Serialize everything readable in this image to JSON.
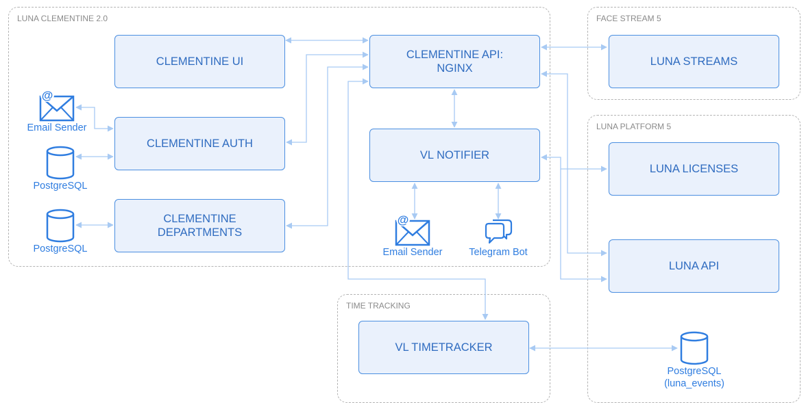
{
  "groups": {
    "clementine": "LUNA CLEMENTINE 2.0",
    "face_stream": "FACE STREAM 5",
    "luna_platform": "LUNA PLATFORM 5",
    "time_tracking": "TIME TRACKING"
  },
  "nodes": {
    "clementine_ui": "CLEMENTINE UI",
    "clementine_api": "CLEMENTINE API:\nNGINX",
    "clementine_auth": "CLEMENTINE AUTH",
    "vl_notifier": "VL NOTIFIER",
    "clementine_departments": "CLEMENTINE\nDEPARTMENTS",
    "luna_streams": "LUNA STREAMS",
    "luna_licenses": "LUNA LICENSES",
    "luna_api": "LUNA API",
    "vl_timetracker": "VL TIMETRACKER"
  },
  "externals": {
    "email_sender_auth": "Email Sender",
    "postgres_auth": "PostgreSQL",
    "postgres_departments": "PostgreSQL",
    "email_sender_notifier": "Email Sender",
    "telegram_bot": "Telegram Bot",
    "postgres_events": "PostgreSQL\n(luna_events)"
  },
  "icons": {
    "email": "envelope-at-icon",
    "database": "database-cylinder-icon",
    "telegram": "chat-bubbles-icon"
  },
  "colors": {
    "node_fill": "#eaf1fc",
    "node_border": "#4a8ee0",
    "node_text": "#2f6cc0",
    "connector": "#a8caf3",
    "group_border": "#b3b3b3"
  }
}
